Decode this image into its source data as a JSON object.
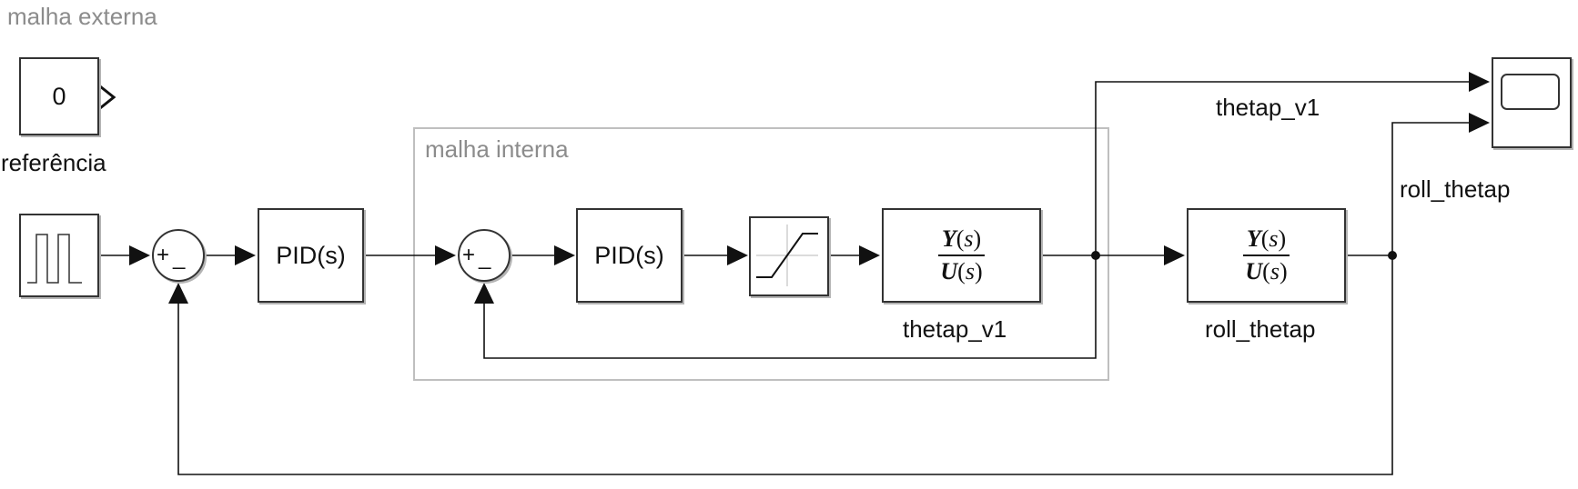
{
  "areas": {
    "outer_loop": "malha externa",
    "inner_loop": "malha interna"
  },
  "blocks": {
    "reference_constant": {
      "value": "0",
      "label": "referência"
    },
    "pid_outer": {
      "text": "PID(s)"
    },
    "pid_inner": {
      "text": "PID(s)"
    },
    "tf_thetap": {
      "num": "Y(s)",
      "den": "U(s)",
      "label": "thetap_v1"
    },
    "tf_roll": {
      "num": "Y(s)",
      "den": "U(s)",
      "label": "roll_thetap"
    }
  },
  "sums": {
    "outer": {
      "plus": "+",
      "minus": "_"
    },
    "inner": {
      "plus": "+",
      "minus": "_"
    }
  },
  "signals": {
    "thetap_v1": "thetap_v1",
    "roll_thetap": "roll_thetap"
  },
  "colors": {
    "line": "#111111",
    "block_border": "#333333",
    "area_border": "#bfbfbf",
    "area_text": "#8c8c8c"
  }
}
